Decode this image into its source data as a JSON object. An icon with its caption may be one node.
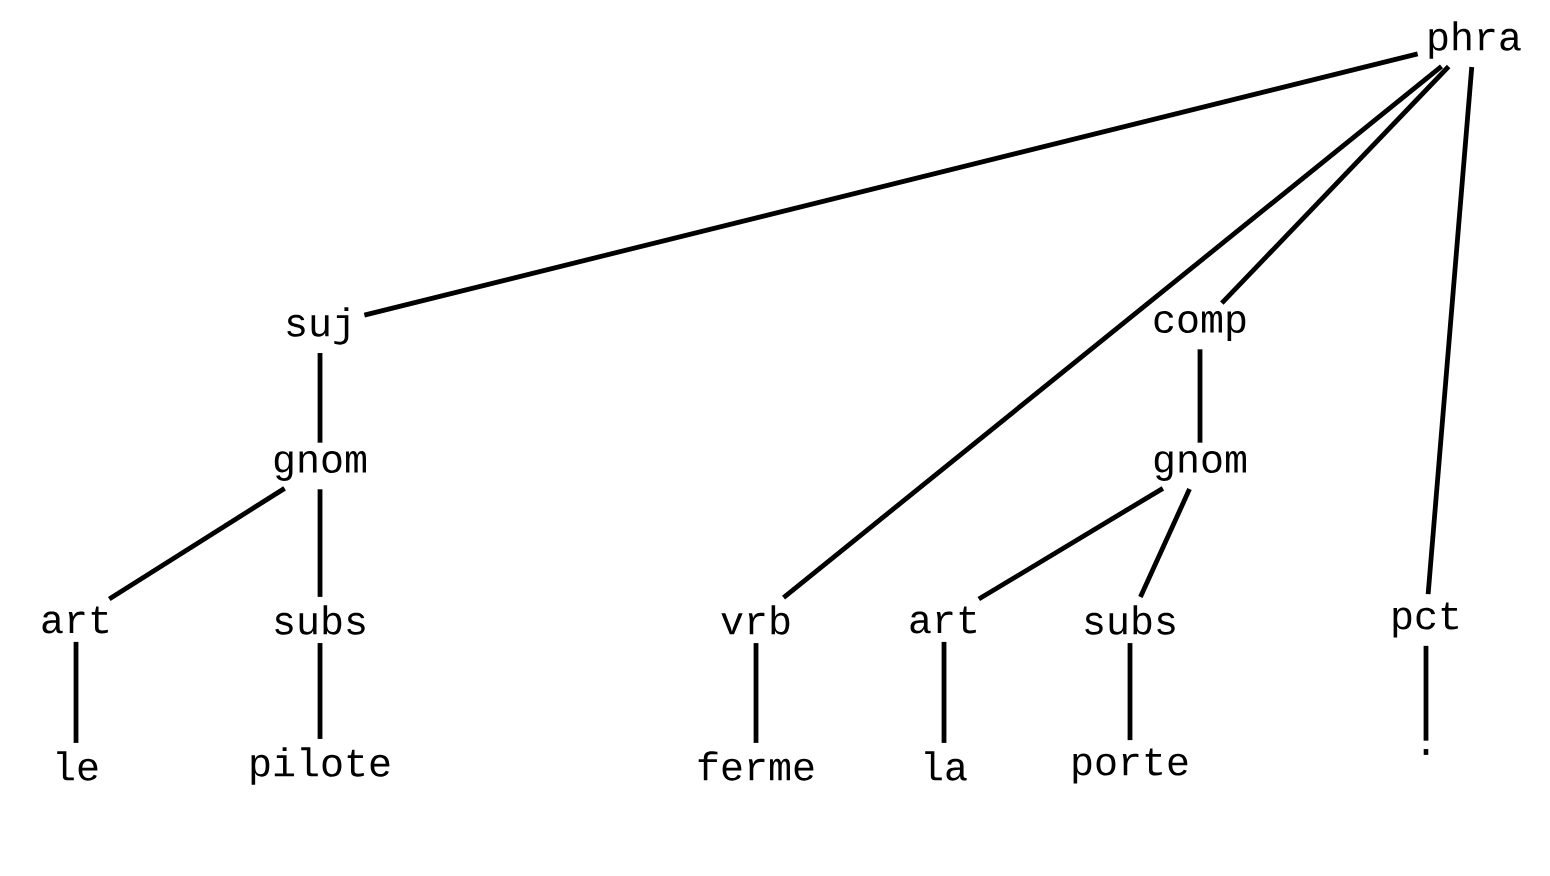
{
  "diagram": {
    "nodes": [
      {
        "text": [
          "phra"
        ]
      },
      {
        "text": [
          "suj"
        ]
      },
      {
        "text": [
          "comp"
        ]
      },
      {
        "text": [
          "gnom"
        ]
      },
      {
        "text": [
          "gnom"
        ]
      },
      {
        "text": [
          "art"
        ]
      },
      {
        "text": [
          "subs"
        ]
      },
      {
        "text": [
          "vrb"
        ]
      },
      {
        "text": [
          "art"
        ]
      },
      {
        "text": [
          "subs"
        ]
      },
      {
        "text": [
          "pct"
        ]
      },
      {
        "text": [
          "le"
        ]
      },
      {
        "text": [
          "pilote"
        ]
      },
      {
        "text": [
          "ferme"
        ]
      },
      {
        "text": [
          "la"
        ]
      },
      {
        "text": [
          "porte"
        ]
      },
      {
        "text": [
          "."
        ]
      }
    ],
    "edges": [
      {
        "from": 0,
        "to": 1,
        "arrow": "none"
      },
      {
        "from": 0,
        "to": 7,
        "arrow": "none"
      },
      {
        "from": 0,
        "to": 2,
        "arrow": "none"
      },
      {
        "from": 0,
        "to": 10,
        "arrow": "none"
      },
      {
        "from": 1,
        "to": 3,
        "arrow": "none"
      },
      {
        "from": 3,
        "to": 5,
        "arrow": "none"
      },
      {
        "from": 3,
        "to": 6,
        "arrow": "none"
      },
      {
        "from": 2,
        "to": 4,
        "arrow": "none"
      },
      {
        "from": 4,
        "to": 8,
        "arrow": "none"
      },
      {
        "from": 4,
        "to": 9,
        "arrow": "none"
      },
      {
        "from": 5,
        "to": 11,
        "arrow": "none"
      },
      {
        "from": 6,
        "to": 12,
        "arrow": "none"
      },
      {
        "from": 7,
        "to": 13,
        "arrow": "none"
      },
      {
        "from": 8,
        "to": 14,
        "arrow": "none"
      },
      {
        "from": 9,
        "to": 15,
        "arrow": "none"
      },
      {
        "from": 10,
        "to": 16,
        "arrow": "none"
      }
    ]
  }
}
